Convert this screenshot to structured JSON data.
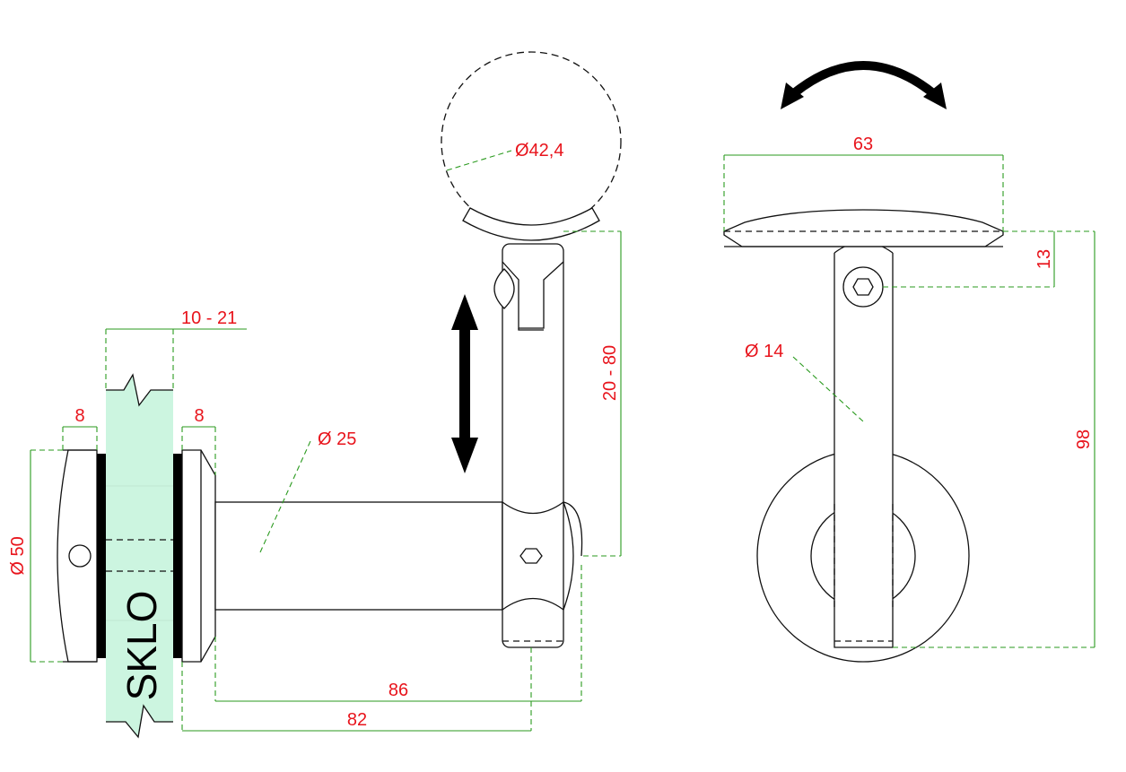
{
  "labels": {
    "rail_diameter": "Ø42,4",
    "glass_thickness": "10 - 21",
    "washer_left": "8",
    "washer_right": "8",
    "arm_diameter": "Ø 25",
    "height_adjust": "20 - 80",
    "flange_diameter": "Ø 50",
    "glass": "SKLO",
    "length_outer": "86",
    "length_inner": "82",
    "saddle_width": "63",
    "saddle_height": "13",
    "stem_diameter": "Ø 14",
    "total_height": "98"
  },
  "colors": {
    "dimension_text": "#e8141c",
    "dimension_lines": "#2a9a1e",
    "glass_fill": "#ccf5e0",
    "outline": "#111111"
  },
  "icons": {
    "rotation": "curved-double-arrow-icon",
    "adjust": "vertical-double-arrow-icon"
  }
}
